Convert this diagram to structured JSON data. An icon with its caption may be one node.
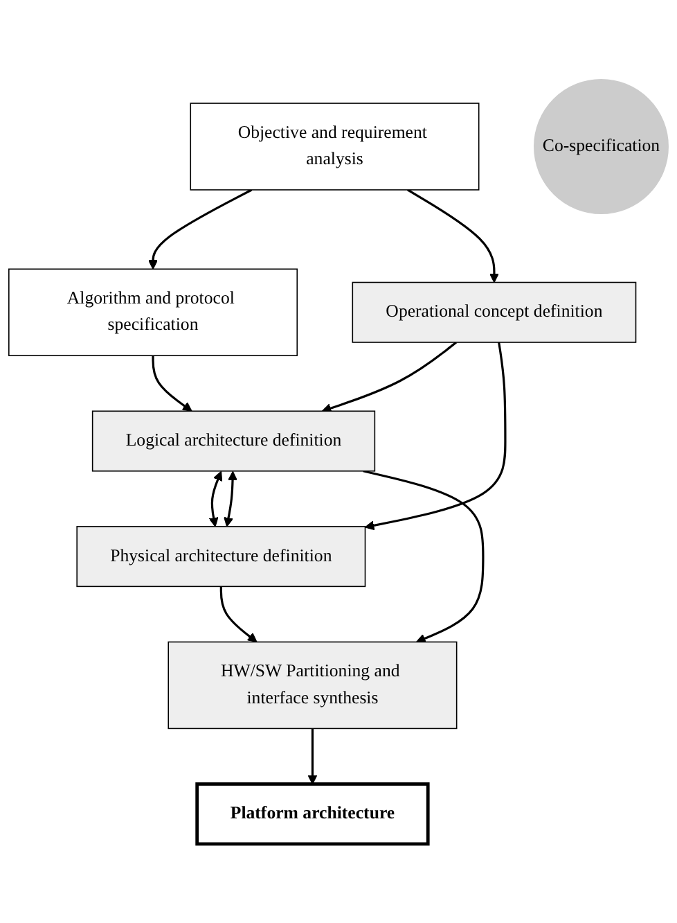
{
  "diagram": {
    "nodes": [
      {
        "text": [
          "Objective and requirement analysis"
        ]
      },
      {
        "text": [
          "Algorithm and protocol specification"
        ]
      },
      {
        "text": [
          "Operational concept definition"
        ]
      },
      {
        "text": [
          "Logical architecture definition"
        ]
      },
      {
        "text": [
          "Co-specification"
        ]
      },
      {
        "text": [
          "Physical architecture definition"
        ]
      },
      {
        "text": [
          "HW/SW Partitioning and interface synthesis"
        ]
      },
      {
        "text": [
          "Platform architecture"
        ]
      }
    ],
    "edges": [
      {
        "from": 0,
        "to": 1,
        "arrow": "to"
      },
      {
        "from": 0,
        "to": 2,
        "arrow": "to"
      },
      {
        "from": 1,
        "to": 3,
        "arrow": "to"
      },
      {
        "from": 2,
        "to": 3,
        "arrow": "to"
      },
      {
        "from": 2,
        "to": 5,
        "arrow": "to"
      },
      {
        "from": 3,
        "to": 5,
        "arrow": "both"
      },
      {
        "from": 3,
        "to": 5,
        "arrow": "both"
      },
      {
        "from": 3,
        "to": 6,
        "arrow": "to"
      },
      {
        "from": 5,
        "to": 6,
        "arrow": "to"
      },
      {
        "from": 6,
        "to": 7,
        "arrow": "to"
      }
    ]
  }
}
